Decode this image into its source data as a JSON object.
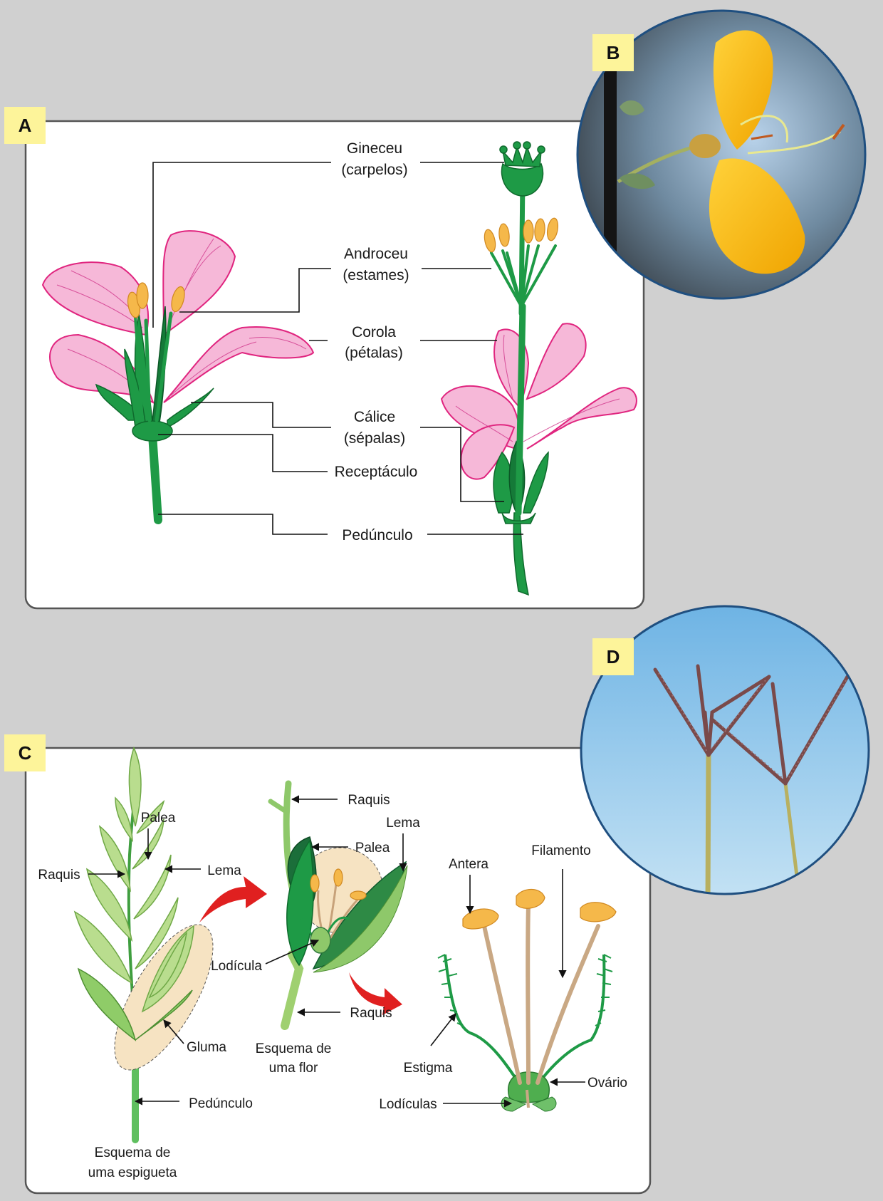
{
  "panel_a": {
    "tag": "A",
    "labels": {
      "gineceu_1": "Gineceu",
      "gineceu_2": "(carpelos)",
      "androceu_1": "Androceu",
      "androceu_2": "(estames)",
      "corola_1": "Corola",
      "corola_2": "(pétalas)",
      "calice_1": "Cálice",
      "calice_2": "(sépalas)",
      "receptaculo": "Receptáculo",
      "pedunculo": "Pedúnculo"
    }
  },
  "panel_b": {
    "tag": "B"
  },
  "panel_c": {
    "tag": "C",
    "spikelet": {
      "palea": "Palea",
      "raquis": "Raquis",
      "lema": "Lema",
      "gluma": "Gluma",
      "pedunculo": "Pedúnculo",
      "caption_1": "Esquema de",
      "caption_2": "uma espigueta"
    },
    "flower": {
      "raquis_top": "Raquis",
      "lema": "Lema",
      "palea": "Palea",
      "lodicula": "Lodícula",
      "raquis_bottom": "Raquis",
      "caption_1": "Esquema de",
      "caption_2": "uma flor"
    },
    "parts": {
      "antera": "Antera",
      "filamento": "Filamento",
      "estigma": "Estigma",
      "ovario": "Ovário",
      "lodiculas": "Lodículas"
    }
  },
  "panel_d": {
    "tag": "D"
  },
  "colors": {
    "background": "#d0d0d0",
    "panel": "#ffffff",
    "tag_bg": "#fdf49a",
    "petal": "#f6b8d8",
    "petal_edge": "#e0257f",
    "green": "#1e9a46",
    "anther": "#f5b84a",
    "arrow": "#e02020",
    "circle_border": "#1f4f80"
  }
}
